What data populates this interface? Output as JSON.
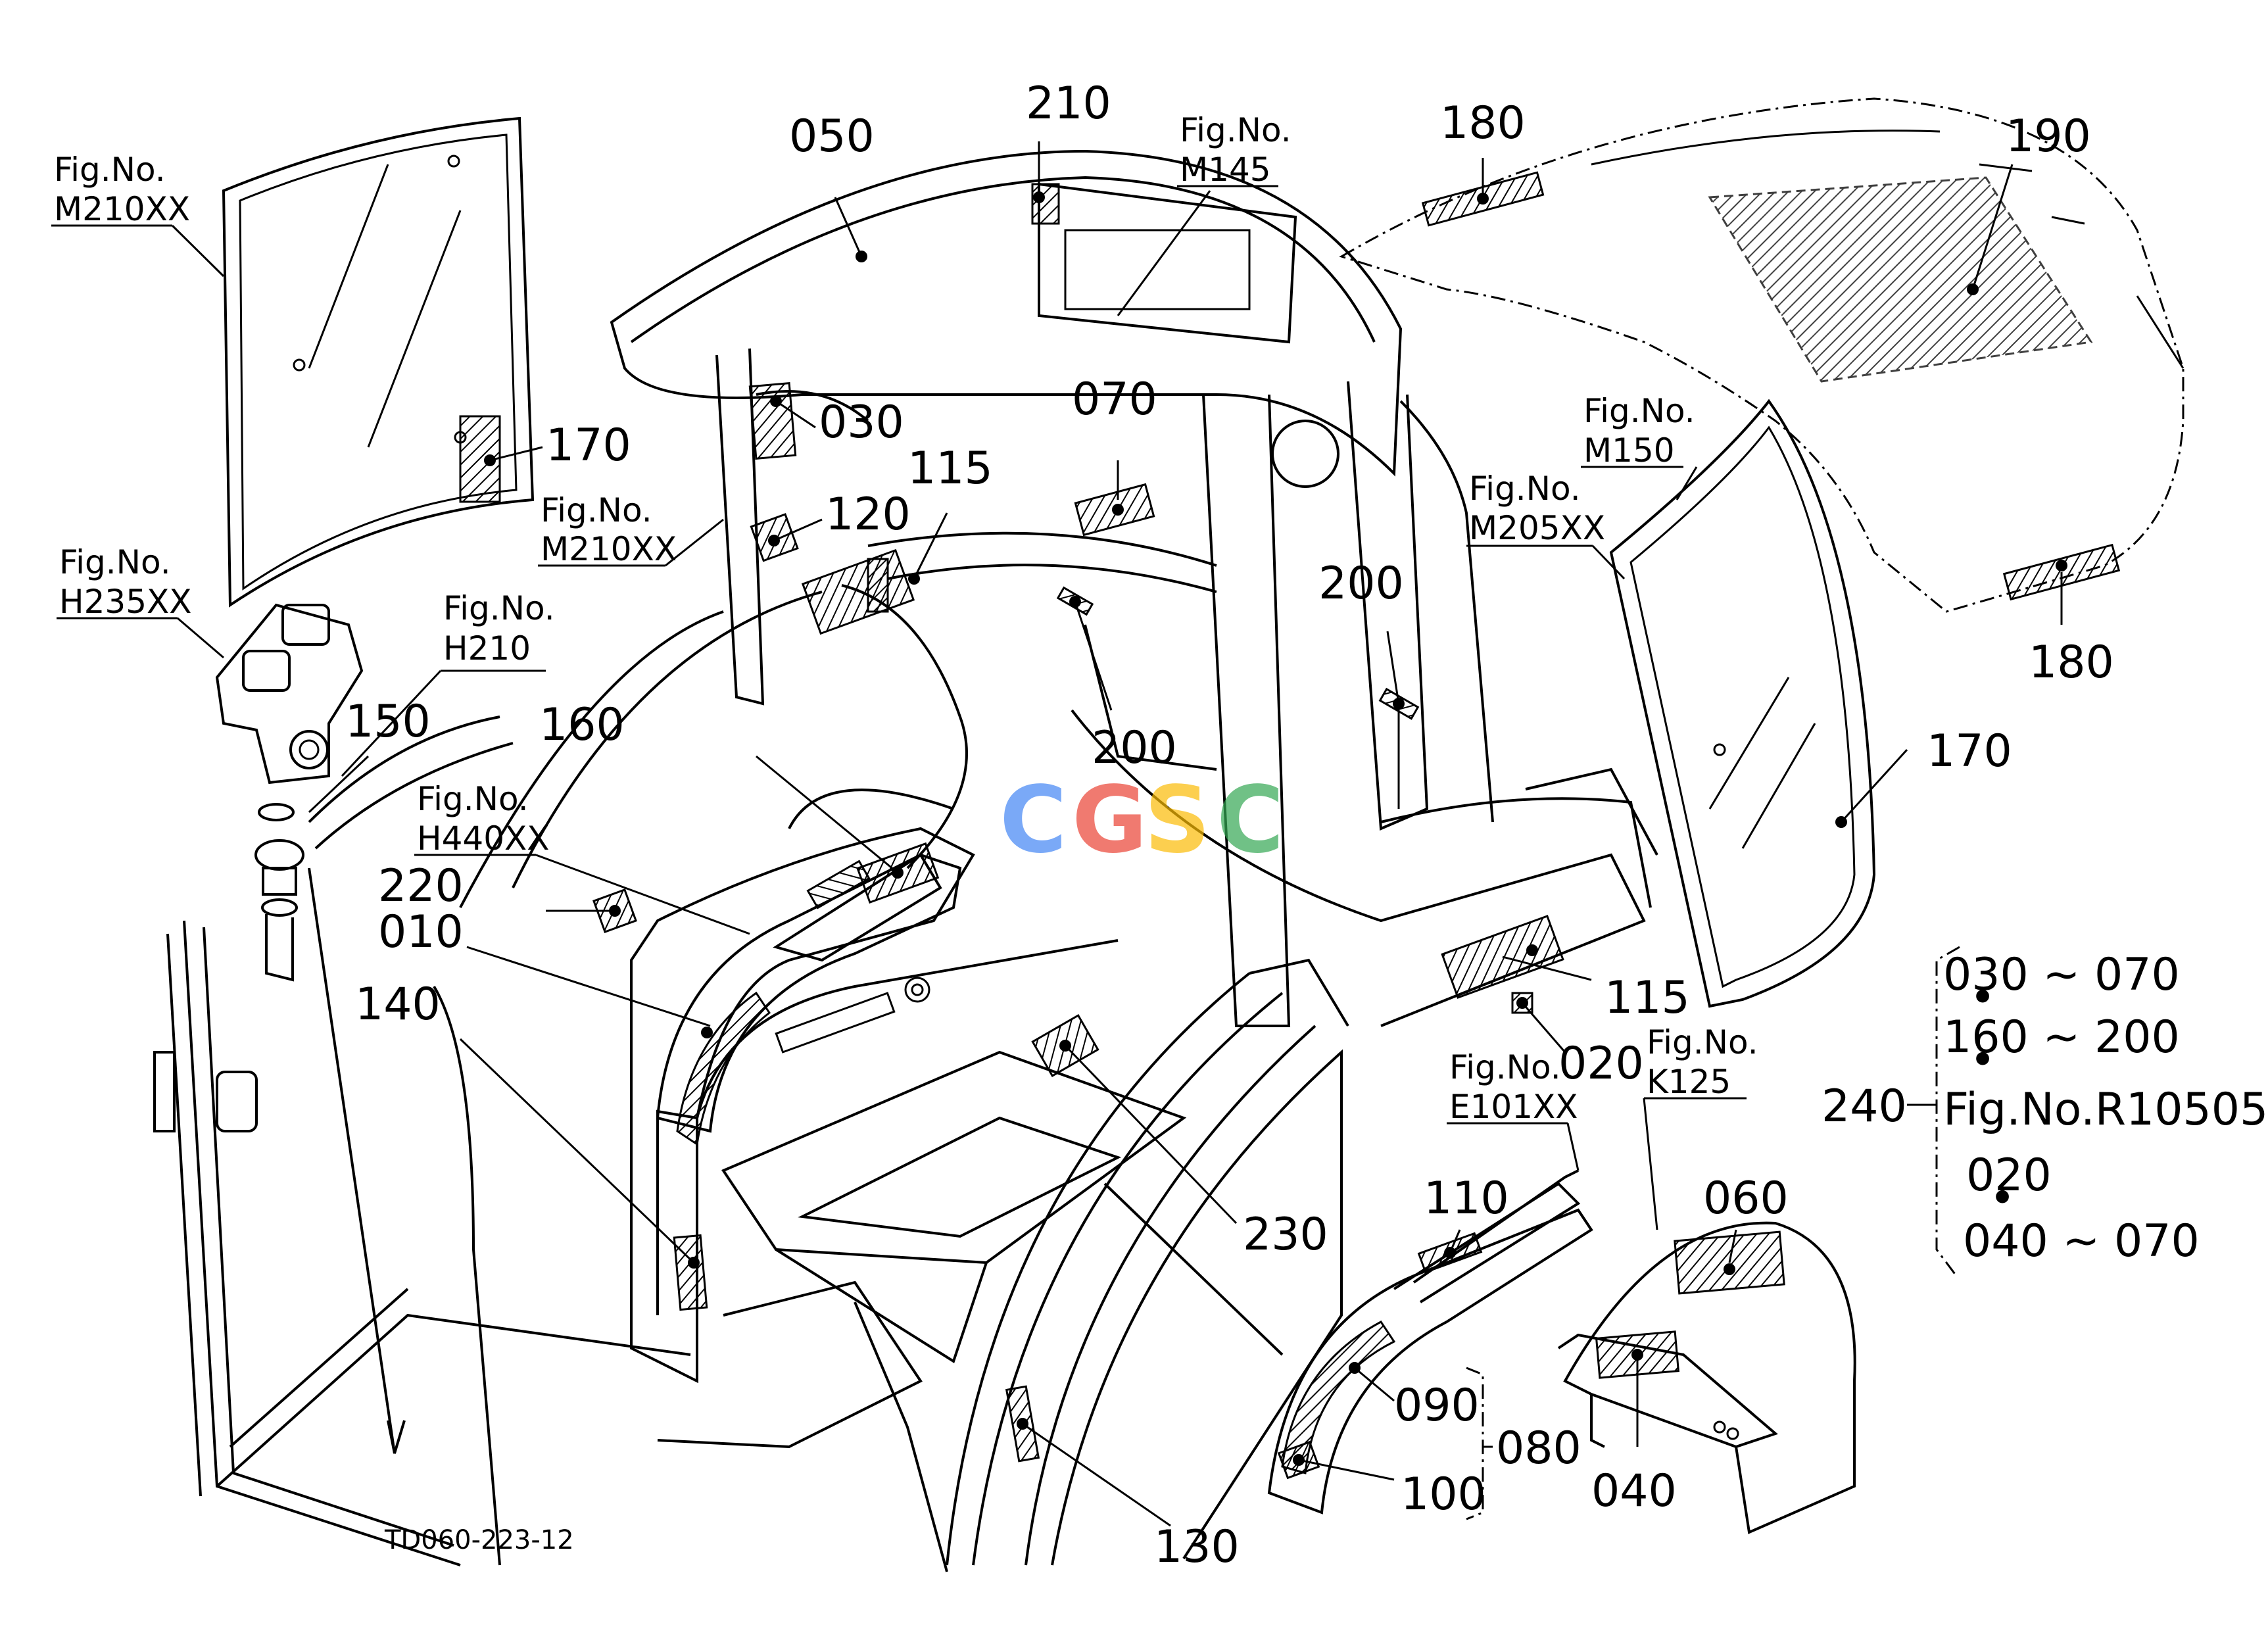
{
  "diagram_code": "TD060-223-12",
  "watermark": {
    "text": "CGSC",
    "colors": [
      "#4285F4",
      "#EA4335",
      "#FBBC05",
      "#34A853"
    ]
  },
  "fig_refs": [
    {
      "top": "Fig.No.",
      "bottom": "M210XX"
    },
    {
      "top": "Fig.No.",
      "bottom": "M210XX"
    },
    {
      "top": "Fig.No.",
      "bottom": "H235XX"
    },
    {
      "top": "Fig.No.",
      "bottom": "H210"
    },
    {
      "top": "Fig.No.",
      "bottom": "H440XX"
    },
    {
      "top": "Fig.No.",
      "bottom": "M145"
    },
    {
      "top": "Fig.No.",
      "bottom": "M150"
    },
    {
      "top": "Fig.No.",
      "bottom": "M205XX"
    },
    {
      "top": "Fig.No.",
      "bottom": "E101XX"
    },
    {
      "top": "Fig.No.",
      "bottom": "K125"
    }
  ],
  "part_labels": [
    "170",
    "050",
    "210",
    "030",
    "120",
    "115",
    "070",
    "150",
    "160",
    "220",
    "010",
    "140",
    "200",
    "200",
    "180",
    "190",
    "180",
    "170",
    "115",
    "020",
    "230",
    "110",
    "090",
    "100",
    "080",
    "130",
    "060",
    "040"
  ],
  "group": {
    "number": "240",
    "lines": [
      "030 ~ 070",
      "•",
      "160 ~ 200",
      "•",
      "Fig.No.R10505",
      "020",
      "•",
      "040 ~ 070"
    ]
  }
}
